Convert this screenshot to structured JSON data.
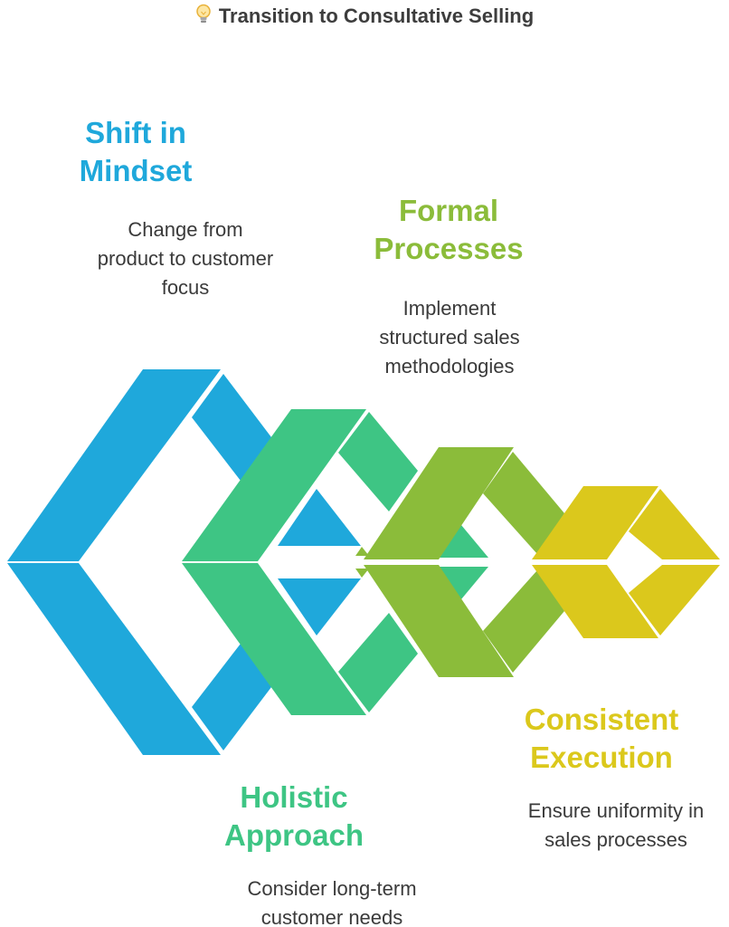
{
  "header": {
    "title": "Transition to Consultative Selling",
    "icon": "lightbulb-icon"
  },
  "stages": [
    {
      "title": "Shift in\nMindset",
      "description": "Change from\nproduct to customer\nfocus",
      "color": "#1fa8db"
    },
    {
      "title": "Formal\nProcesses",
      "description": "Implement\nstructured sales\nmethodologies",
      "color": "#8bbc3a"
    },
    {
      "title": "Holistic\nApproach",
      "description": "Consider long-term\ncustomer needs",
      "color": "#3ec584"
    },
    {
      "title": "Consistent\nExecution",
      "description": "Ensure uniformity in\nsales processes",
      "color": "#dbc81c"
    }
  ]
}
